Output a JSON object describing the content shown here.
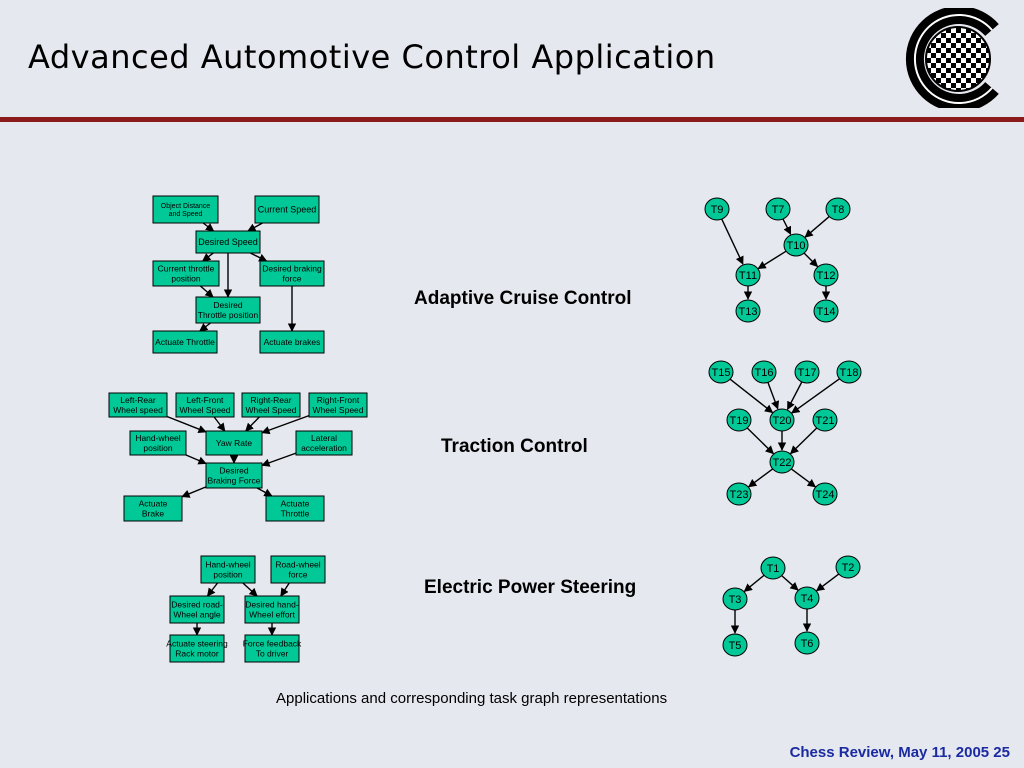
{
  "title": "Advanced Automotive Control Application",
  "apps": [
    {
      "label": "Adaptive Cruise Control",
      "flow": [
        {
          "id": "ods",
          "text": [
            "Object Distance",
            "and Speed"
          ]
        },
        {
          "id": "cs",
          "text": [
            "Current Speed"
          ]
        },
        {
          "id": "ds",
          "text": [
            "Desired Speed"
          ]
        },
        {
          "id": "ctp",
          "text": [
            "Current throttle",
            "position"
          ]
        },
        {
          "id": "dbf",
          "text": [
            "Desired braking",
            "force"
          ]
        },
        {
          "id": "dtp",
          "text": [
            "Desired",
            "Throttle position"
          ]
        },
        {
          "id": "at",
          "text": [
            "Actuate Throttle"
          ]
        },
        {
          "id": "ab",
          "text": [
            "Actuate brakes"
          ]
        }
      ],
      "flow_edges": [
        [
          "ods",
          "ds"
        ],
        [
          "cs",
          "ds"
        ],
        [
          "ds",
          "ctp"
        ],
        [
          "ds",
          "dbf"
        ],
        [
          "ds",
          "dtp"
        ],
        [
          "ctp",
          "dtp"
        ],
        [
          "dtp",
          "at"
        ],
        [
          "dbf",
          "ab"
        ]
      ],
      "tasks": [
        "T9",
        "T7",
        "T8",
        "T10",
        "T11",
        "T12",
        "T13",
        "T14"
      ],
      "task_edges": [
        [
          "T9",
          "T11"
        ],
        [
          "T7",
          "T10"
        ],
        [
          "T8",
          "T10"
        ],
        [
          "T10",
          "T11"
        ],
        [
          "T10",
          "T12"
        ],
        [
          "T11",
          "T13"
        ],
        [
          "T12",
          "T14"
        ]
      ]
    },
    {
      "label": "Traction Control",
      "flow": [
        {
          "id": "lr",
          "text": [
            "Left-Rear",
            "Wheel speed"
          ]
        },
        {
          "id": "lf",
          "text": [
            "Left-Front",
            "Wheel Speed"
          ]
        },
        {
          "id": "rr",
          "text": [
            "Right-Rear",
            "Wheel Speed"
          ]
        },
        {
          "id": "rf",
          "text": [
            "Right-Front",
            "Wheel Speed"
          ]
        },
        {
          "id": "hw",
          "text": [
            "Hand-wheel",
            "position"
          ]
        },
        {
          "id": "yr",
          "text": [
            "Yaw Rate"
          ]
        },
        {
          "id": "la",
          "text": [
            "Lateral",
            "acceleration"
          ]
        },
        {
          "id": "dbf2",
          "text": [
            "Desired",
            "Braking Force"
          ]
        },
        {
          "id": "abr",
          "text": [
            "Actuate",
            "Brake"
          ]
        },
        {
          "id": "ath",
          "text": [
            "Actuate",
            "Throttle"
          ]
        }
      ],
      "flow_edges": [
        [
          "lr",
          "yr"
        ],
        [
          "lf",
          "yr"
        ],
        [
          "rr",
          "yr"
        ],
        [
          "rf",
          "yr"
        ],
        [
          "hw",
          "dbf2"
        ],
        [
          "yr",
          "dbf2"
        ],
        [
          "la",
          "dbf2"
        ],
        [
          "dbf2",
          "abr"
        ],
        [
          "dbf2",
          "ath"
        ]
      ],
      "tasks": [
        "T15",
        "T16",
        "T17",
        "T18",
        "T19",
        "T20",
        "T21",
        "T22",
        "T23",
        "T24"
      ],
      "task_edges": [
        [
          "T15",
          "T20"
        ],
        [
          "T16",
          "T20"
        ],
        [
          "T17",
          "T20"
        ],
        [
          "T18",
          "T20"
        ],
        [
          "T19",
          "T22"
        ],
        [
          "T20",
          "T22"
        ],
        [
          "T21",
          "T22"
        ],
        [
          "T22",
          "T23"
        ],
        [
          "T22",
          "T24"
        ]
      ]
    },
    {
      "label": "Electric Power Steering",
      "flow": [
        {
          "id": "hwp",
          "text": [
            "Hand-wheel",
            "position"
          ]
        },
        {
          "id": "rwf",
          "text": [
            "Road-wheel",
            "force"
          ]
        },
        {
          "id": "drw",
          "text": [
            "Desired road-",
            "Wheel angle"
          ]
        },
        {
          "id": "dhw",
          "text": [
            "Desired hand-",
            "Wheel effort"
          ]
        },
        {
          "id": "asr",
          "text": [
            "Actuate steering",
            "Rack motor"
          ]
        },
        {
          "id": "ffd",
          "text": [
            "Force feedback",
            "To driver"
          ]
        }
      ],
      "flow_edges": [
        [
          "hwp",
          "drw"
        ],
        [
          "hwp",
          "dhw"
        ],
        [
          "rwf",
          "dhw"
        ],
        [
          "drw",
          "asr"
        ],
        [
          "dhw",
          "ffd"
        ]
      ],
      "tasks": [
        "T1",
        "T2",
        "T3",
        "T4",
        "T5",
        "T6"
      ],
      "task_edges": [
        [
          "T1",
          "T3"
        ],
        [
          "T1",
          "T4"
        ],
        [
          "T2",
          "T4"
        ],
        [
          "T3",
          "T5"
        ],
        [
          "T4",
          "T6"
        ]
      ]
    }
  ],
  "caption": "Applications and corresponding task graph representations",
  "footer": "Chess Review, May 11, 2005  25",
  "colors": {
    "node_fill": "#00c896",
    "rule": "#8b1a1a",
    "footer": "#1a2aa0"
  }
}
